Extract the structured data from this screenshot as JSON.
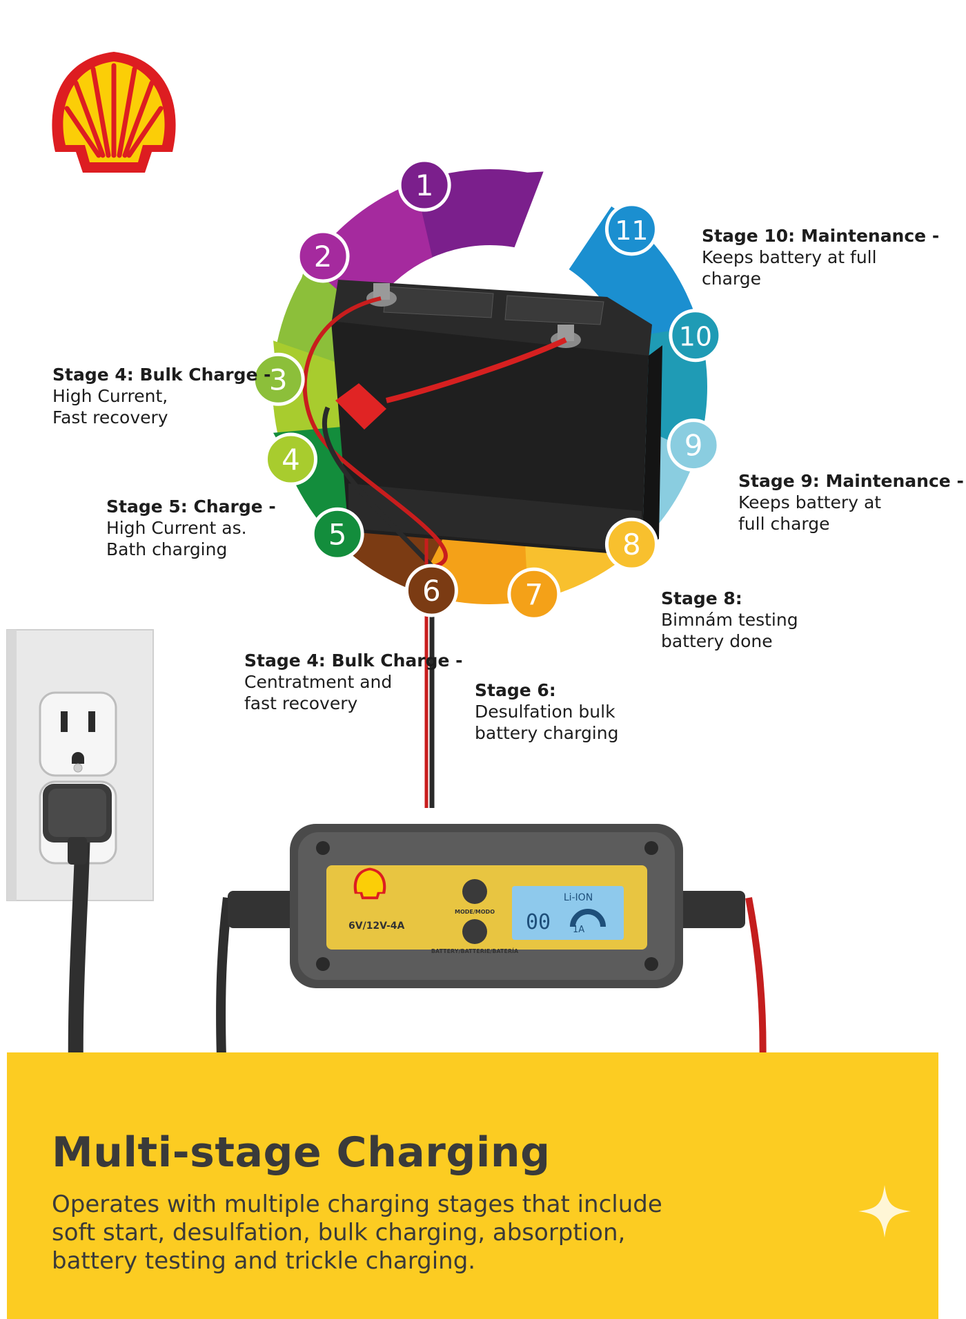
{
  "brand": {
    "logo_icon": "shell-pecten-logo",
    "red": "#dd1d21",
    "yellow": "#fbce07"
  },
  "stage_wheel": {
    "stages": [
      {
        "number": "1",
        "color": "#7b1f8c"
      },
      {
        "number": "2",
        "color": "#a52a9e"
      },
      {
        "number": "3",
        "color": "#8cbf3a"
      },
      {
        "number": "4",
        "color": "#a8cc2e"
      },
      {
        "number": "5",
        "color": "#138d3c"
      },
      {
        "number": "6",
        "color": "#7b3b13"
      },
      {
        "number": "7",
        "color": "#f4a118"
      },
      {
        "number": "8",
        "color": "#f8c02e"
      },
      {
        "number": "9",
        "color": "#8acde0"
      },
      {
        "number": "10",
        "color": "#1f9bb5"
      },
      {
        "number": "11",
        "color": "#1b8fd0"
      }
    ],
    "labels": {
      "stage10": {
        "title": "Stage 10: Maintenance -",
        "desc": [
          "Keeps battery at full",
          "charge"
        ]
      },
      "stage4_bulk": {
        "title": "Stage 4: Bulk Charge -",
        "desc": [
          "High Current,",
          "Fast recovery"
        ]
      },
      "stage9": {
        "title": "Stage 9: Maintenance -",
        "desc": [
          "Keeps battery at",
          "full charge"
        ]
      },
      "stage5": {
        "title": "Stage 5: Charge -",
        "desc": [
          "High Current as.",
          "Bath charging"
        ]
      },
      "stage8": {
        "title": "Stage 8:",
        "desc": [
          "Bimnám testing",
          "battery done"
        ]
      },
      "stage4_centr": {
        "title": "Stage 4: Bulk Charge -",
        "desc": [
          "Centratment and",
          "fast recovery"
        ]
      },
      "stage6": {
        "title": "Stage 6:",
        "desc": [
          "Desulfation bulk",
          "battery charging"
        ]
      }
    }
  },
  "charger": {
    "model": "6V/12V-4A",
    "mode_label": "MODE/MODO",
    "battery_label": "BATTERY/BATTERIE/BATERÍA",
    "lcd": {
      "chem": "Li-ION",
      "reading": "00",
      "amps": "1A",
      "color": "#8ec9ec"
    }
  },
  "banner": {
    "title": "Multi-stage Charging",
    "description": [
      "Operates with multiple charging stages that include",
      "soft start, desulfation, bulk charging, absorption,",
      "battery testing and trickle charging."
    ],
    "icon": "sparkle-icon"
  }
}
